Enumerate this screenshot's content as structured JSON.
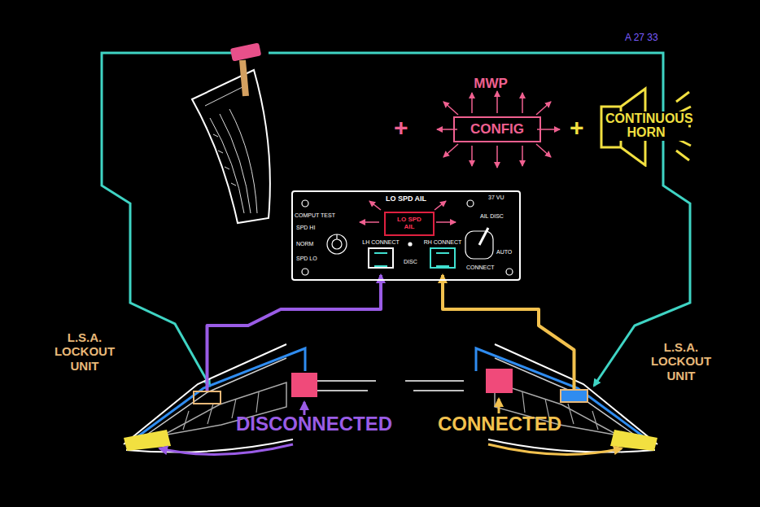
{
  "diagram": {
    "nodes": [
      {
        "text": [
          "MWP",
          "CONFIG"
        ]
      },
      {
        "text": [
          "CONTINUOUS HORN"
        ]
      },
      {
        "text": [
          "LO SPD AIL"
        ]
      },
      {
        "text": [
          "LO SPD AIL"
        ],
        "in": 2
      },
      {
        "text": [
          "LH CONNECT"
        ],
        "in": 2
      },
      {
        "text": [
          "RH CONNECT"
        ],
        "in": 2
      },
      {
        "text": [
          "L.S.A. LOCKOUT UNIT"
        ]
      },
      {
        "text": [
          "L.S.A. LOCKOUT UNIT"
        ]
      }
    ],
    "edges": [
      {
        "from": 6,
        "to": 4,
        "arrow": "to"
      },
      {
        "from": 7,
        "to": 5,
        "arrow": "to"
      }
    ],
    "labels": [
      "A 27 33",
      "+",
      "+",
      "COMPUT TEST",
      "SPD HI",
      "NORM",
      "SPD LO",
      "DISC",
      "AIL DISC",
      "AUTO",
      "CONNECT",
      "37 VU",
      "DISCONNECTED",
      "CONNECTED"
    ]
  }
}
